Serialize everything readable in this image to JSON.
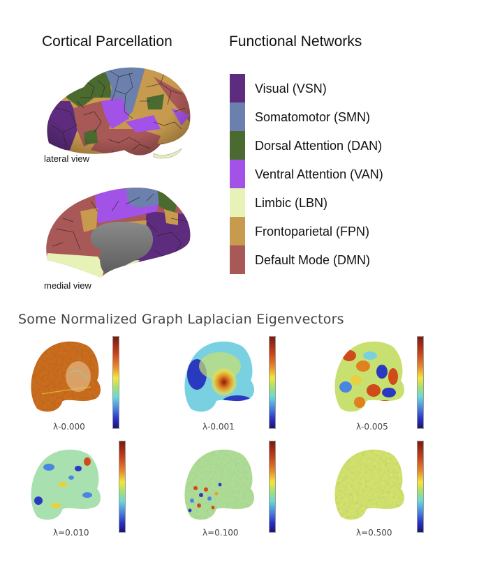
{
  "parcellation": {
    "title": "Cortical Parcellation",
    "lateral_label": "lateral view",
    "medial_label": "medial view"
  },
  "networks": {
    "title": "Functional Networks",
    "items": [
      {
        "label": "Visual (VSN)",
        "color": "#5e2c7e"
      },
      {
        "label": "Somatomotor (SMN)",
        "color": "#6b80ac"
      },
      {
        "label": "Dorsal Attention (DAN)",
        "color": "#4b6a30"
      },
      {
        "label": "Ventral Attention (VAN)",
        "color": "#a352e8"
      },
      {
        "label": "Limbic (LBN)",
        "color": "#e6f2b6"
      },
      {
        "label": "Frontoparietal (FPN)",
        "color": "#c89a4e"
      },
      {
        "label": "Default Mode (DMN)",
        "color": "#a85856"
      }
    ]
  },
  "eigenvectors": {
    "title": "Some Normalized Graph Laplacian Eigenvectors",
    "panels": [
      {
        "lambda": "λ-0.000"
      },
      {
        "lambda": "λ-0.001"
      },
      {
        "lambda": "λ-0.005"
      },
      {
        "lambda": "λ=0.010"
      },
      {
        "lambda": "λ=0.100"
      },
      {
        "lambda": "λ=0.500"
      }
    ]
  }
}
